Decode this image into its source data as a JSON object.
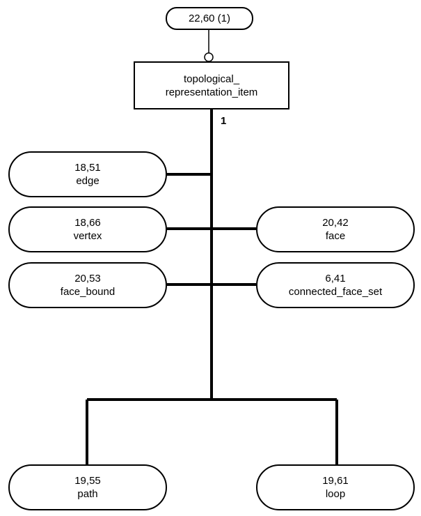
{
  "diagram": {
    "top_reference": "22,60 (1)",
    "root": {
      "line1": "topological_",
      "line2": "representation_item"
    },
    "cardinality": "1",
    "nodes": {
      "edge": {
        "ref": "18,51",
        "name": "edge"
      },
      "vertex": {
        "ref": "18,66",
        "name": "vertex"
      },
      "face": {
        "ref": "20,42",
        "name": "face"
      },
      "face_bound": {
        "ref": "20,53",
        "name": "face_bound"
      },
      "connected_face_set": {
        "ref": "6,41",
        "name": "connected_face_set"
      },
      "path": {
        "ref": "19,55",
        "name": "path"
      },
      "loop": {
        "ref": "19,61",
        "name": "loop"
      }
    }
  }
}
